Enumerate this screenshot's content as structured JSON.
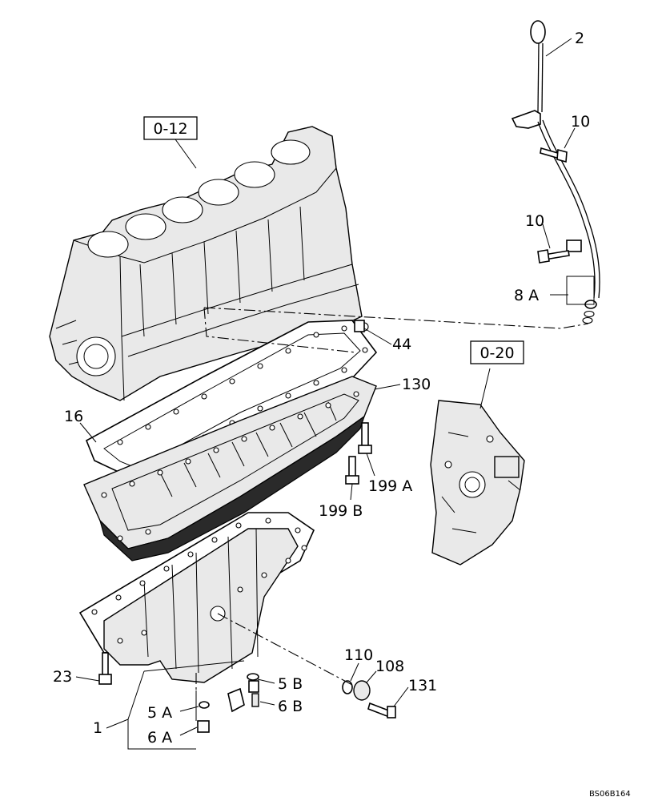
{
  "diagram": {
    "drawing_code": "BS06B164",
    "reference_boxes": [
      "0-12",
      "0-20"
    ],
    "callouts": {
      "c1": "1",
      "c2": "2",
      "c10a": "10",
      "c10b": "10",
      "c8a": "8 A",
      "c44": "44",
      "c130": "130",
      "c16": "16",
      "c199a": "199 A",
      "c199b": "199 B",
      "c110": "110",
      "c108": "108",
      "c131": "131",
      "c23": "23",
      "c5b": "5 B",
      "c6b": "6 B",
      "c5a": "5 A",
      "c6a": "6 A"
    }
  }
}
